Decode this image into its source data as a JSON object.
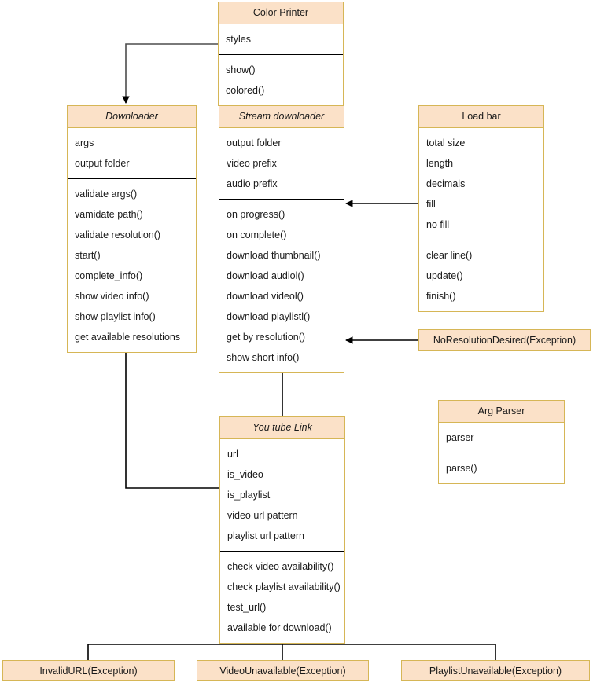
{
  "diagram": {
    "type": "uml-class-diagram",
    "background": "#ffffff",
    "header_fill": "#fbe1c8",
    "body_fill": "#ffffff",
    "border_color": "#d6b656",
    "divider_color": "#000000",
    "edge_color": "#000000"
  },
  "classes": {
    "color_printer": {
      "name": "Color Printer",
      "abstract": false,
      "attributes": [
        "styles"
      ],
      "methods": [
        "show()",
        "colored()"
      ]
    },
    "downloader": {
      "name": "Downloader",
      "abstract": true,
      "attributes": [
        "args",
        "output folder"
      ],
      "methods": [
        "validate args()",
        "vamidate path()",
        "validate resolution()",
        "start()",
        "complete_info()",
        "show video info()",
        "show playlist info()",
        "get available resolutions"
      ]
    },
    "stream_downloader": {
      "name": "Stream downloader",
      "abstract": true,
      "attributes": [
        "output folder",
        "video prefix",
        "audio prefix"
      ],
      "methods": [
        "on progress()",
        "on complete()",
        "download thumbnail()",
        "download audiol()",
        "download videol()",
        "download playlistl()",
        "get by resolution()",
        "show short info()"
      ]
    },
    "load_bar": {
      "name": "Load bar",
      "abstract": false,
      "attributes": [
        "total size",
        "length",
        "decimals",
        "fill",
        "no fill"
      ],
      "methods": [
        "clear line()",
        "update()",
        "finish()"
      ]
    },
    "youtube_link": {
      "name": "You tube Link",
      "abstract": true,
      "attributes": [
        "url",
        "is_video",
        "is_playlist",
        "video url pattern",
        "playlist url pattern"
      ],
      "methods": [
        "check video availability()",
        "check playlist availability()",
        "test_url()",
        "available for download()"
      ]
    },
    "arg_parser": {
      "name": "Arg Parser",
      "abstract": false,
      "attributes": [
        "parser"
      ],
      "methods": [
        "parse()"
      ]
    }
  },
  "exceptions": {
    "no_resolution_desired": {
      "name": "NoResolutionDesired(Exception)"
    },
    "invalid_url": {
      "name": "InvalidURL(Exception)"
    },
    "video_unavailable": {
      "name": "VideoUnavailable(Exception)"
    },
    "playlist_unavailable": {
      "name": "PlaylistUnavailable(Exception)"
    }
  }
}
